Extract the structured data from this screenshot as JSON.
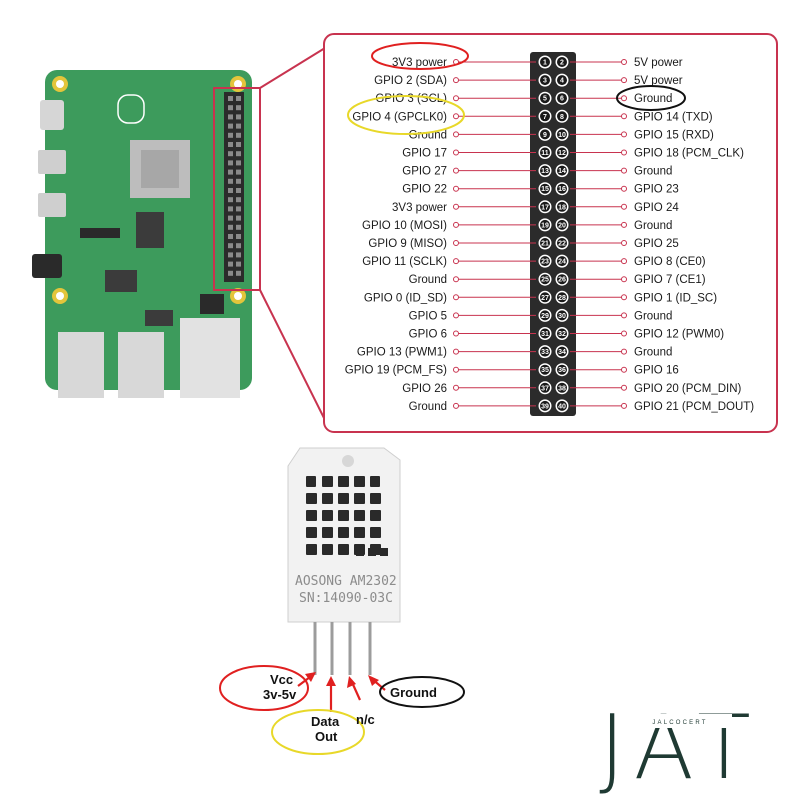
{
  "pinout": {
    "left": [
      "3V3 power",
      "GPIO 2 (SDA)",
      "GPIO 3 (SCL)",
      "GPIO 4 (GPCLK0)",
      "Ground",
      "GPIO 17",
      "GPIO 27",
      "GPIO 22",
      "3V3 power",
      "GPIO 10 (MOSI)",
      "GPIO 9 (MISO)",
      "GPIO 11 (SCLK)",
      "Ground",
      "GPIO 0 (ID_SD)",
      "GPIO 5",
      "GPIO 6",
      "GPIO 13 (PWM1)",
      "GPIO 19 (PCM_FS)",
      "GPIO 26",
      "Ground"
    ],
    "right": [
      "5V power",
      "5V power",
      "Ground",
      "GPIO 14 (TXD)",
      "GPIO 15 (RXD)",
      "GPIO 18 (PCM_CLK)",
      "Ground",
      "GPIO 23",
      "GPIO 24",
      "Ground",
      "GPIO 25",
      "GPIO 8 (CE0)",
      "GPIO 7 (CE1)",
      "GPIO 1 (ID_SC)",
      "Ground",
      "GPIO 12 (PWM0)",
      "Ground",
      "GPIO 16",
      "GPIO 20 (PCM_DIN)",
      "GPIO 21 (PCM_DOUT)"
    ],
    "colors": {
      "frame": "#c8334f",
      "header": "#2b2b2b",
      "pin": "#1a1a1a"
    }
  },
  "sensor": {
    "print_line1": "AOSONG AM2302",
    "print_line2": "SN:14090-03C",
    "vcc_line1": "Vcc",
    "vcc_line2": "3v-5v",
    "data_line1": "Data",
    "data_line2": "Out",
    "nc": "n/c",
    "ground": "Ground"
  },
  "logo": {
    "big": "JAT",
    "small": "JALCOCERT"
  },
  "annotation_colors": {
    "red": "#e02020",
    "yellow": "#e8d829",
    "black": "#111111"
  }
}
